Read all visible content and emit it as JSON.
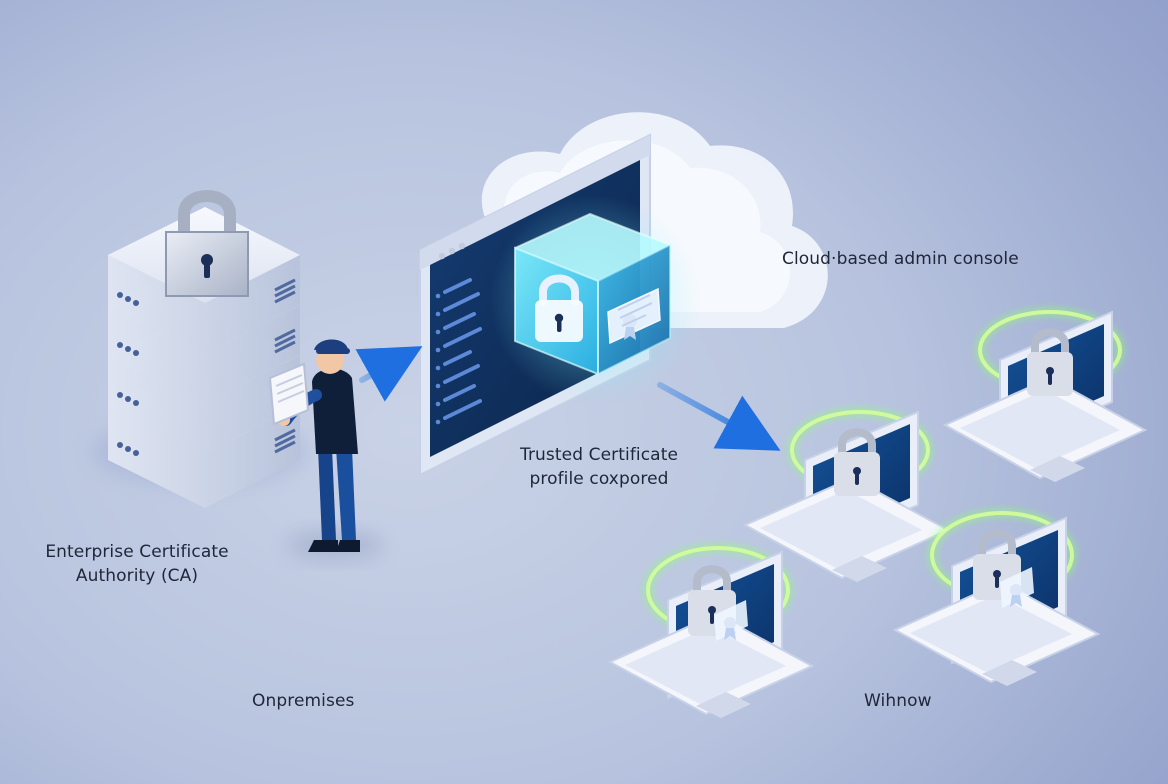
{
  "labels": {
    "ca_line1": "Enterprise Certificate",
    "ca_line2": "Authority (CA)",
    "onprem": "Onpremises",
    "cloud_console": "Cloud·based admin console",
    "profile_line1": "Trusted Certificate",
    "profile_line2": "profile coxpored",
    "windows": "Wihnow"
  },
  "icons": {
    "server_stack": "server-stack-icon",
    "padlock": "padlock-icon",
    "admin": "person-icon",
    "document": "document-icon",
    "console": "browser-window-icon",
    "cube": "cube-icon",
    "certificate": "certificate-icon",
    "cloud": "cloud-icon",
    "laptop": "laptop-icon",
    "arrow": "arrow-icon"
  },
  "colors": {
    "background_top": "#7f90c2",
    "background_mid": "#b8c4df",
    "console_dark": "#0f2d5a",
    "console_frame": "#dfe6f4",
    "cube_cyan": "#5ad7ff",
    "arrow_blue": "#2a7fe0",
    "lock_grey": "#aeb6c6",
    "glow_green": "#8cff76",
    "laptop_screen": "#0d3a77"
  }
}
